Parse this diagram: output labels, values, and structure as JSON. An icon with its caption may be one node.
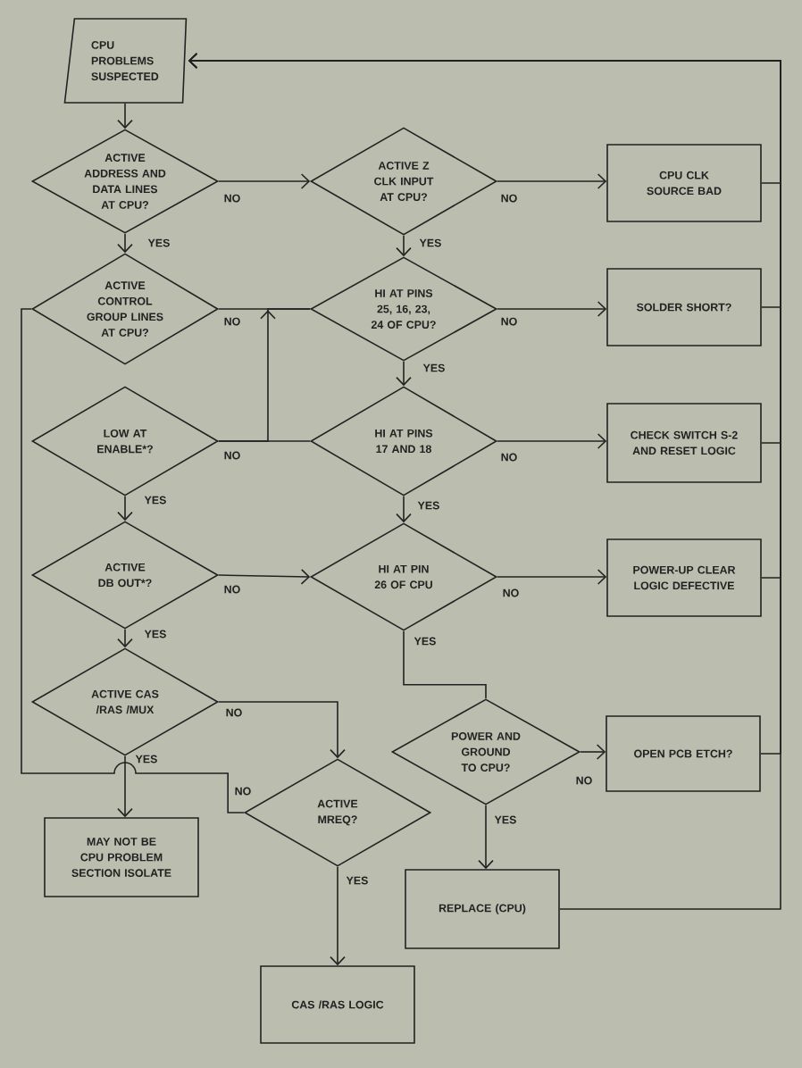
{
  "diagram": {
    "nodes": [
      {
        "text": [
          "CPU PROBLEMS SUSPECTED"
        ]
      },
      {
        "text": [
          "ACTIVE ADDRESS AND DATA LINES AT CPU?"
        ]
      },
      {
        "text": [
          "ACTIVE Z CLK INPUT AT CPU?"
        ]
      },
      {
        "text": [
          "CPU CLK SOURCE BAD"
        ]
      },
      {
        "text": [
          "ACTIVE CONTROL GROUP LINES AT CPU?"
        ]
      },
      {
        "text": [
          "HI AT PINS 25, 16, 23, 24 OF CPU?"
        ]
      },
      {
        "text": [
          "SOLDER SHORT?"
        ]
      },
      {
        "text": [
          "LOW AT ENABLE*?"
        ]
      },
      {
        "text": [
          "HI AT PINS 17 AND 18"
        ]
      },
      {
        "text": [
          "CHECK SWITCH S-2 AND RESET LOGIC"
        ]
      },
      {
        "text": [
          "ACTIVE DB OUT*?"
        ]
      },
      {
        "text": [
          "HI AT PIN 26 OF CPU"
        ]
      },
      {
        "text": [
          "POWER-UP CLEAR LOGIC DEFECTIVE"
        ]
      },
      {
        "text": [
          "ACTIVE CAS /RAS /MUX"
        ]
      },
      {
        "text": [
          "POWER AND GROUND TO CPU?"
        ]
      },
      {
        "text": [
          "OPEN PCB ETCH?"
        ]
      },
      {
        "text": [
          "ACTIVE MREQ?"
        ]
      },
      {
        "text": [
          "MAY NOT BE CPU PROBLEM SECTION ISOLATE"
        ]
      },
      {
        "text": [
          "REPLACE (CPU)"
        ]
      },
      {
        "text": [
          "CAS /RAS LOGIC"
        ]
      }
    ],
    "edges": [
      {
        "from": 0,
        "to": 1,
        "arrow": "to"
      },
      {
        "from": 1,
        "to": 2,
        "arrow": "to",
        "label": "NO"
      },
      {
        "from": 1,
        "to": 4,
        "arrow": "to",
        "label": "YES"
      },
      {
        "from": 2,
        "to": 3,
        "arrow": "to",
        "label": "NO"
      },
      {
        "from": 2,
        "to": 5,
        "arrow": "to",
        "label": "YES"
      },
      {
        "from": 4,
        "to": 5,
        "arrow": "none",
        "label": "NO"
      },
      {
        "from": 5,
        "to": 6,
        "arrow": "to",
        "label": "NO"
      },
      {
        "from": 5,
        "to": 8,
        "arrow": "to",
        "label": "YES"
      },
      {
        "from": 7,
        "to": 5,
        "arrow": "to",
        "label": "NO"
      },
      {
        "from": 7,
        "to": 8,
        "arrow": "none"
      },
      {
        "from": 7,
        "to": 10,
        "arrow": "to",
        "label": "YES"
      },
      {
        "from": 8,
        "to": 9,
        "arrow": "to",
        "label": "NO"
      },
      {
        "from": 8,
        "to": 11,
        "arrow": "to",
        "label": "YES"
      },
      {
        "from": 10,
        "to": 11,
        "arrow": "to",
        "label": "NO"
      },
      {
        "from": 10,
        "to": 13,
        "arrow": "to",
        "label": "YES"
      },
      {
        "from": 11,
        "to": 12,
        "arrow": "to",
        "label": "NO"
      },
      {
        "from": 11,
        "to": 14,
        "arrow": "none",
        "label": "YES"
      },
      {
        "from": 13,
        "to": 16,
        "arrow": "to",
        "label": "NO"
      },
      {
        "from": 13,
        "to": 17,
        "arrow": "to",
        "label": "YES"
      },
      {
        "from": 16,
        "to": 4,
        "arrow": "none",
        "label": "NO"
      },
      {
        "from": 16,
        "to": 19,
        "arrow": "to",
        "label": "YES"
      },
      {
        "from": 14,
        "to": 15,
        "arrow": "to",
        "label": "NO"
      },
      {
        "from": 14,
        "to": 18,
        "arrow": "to",
        "label": "YES"
      },
      {
        "from": 3,
        "to": 0,
        "arrow": "to"
      },
      {
        "from": 6,
        "to": 0,
        "arrow": "to"
      },
      {
        "from": 9,
        "to": 0,
        "arrow": "to"
      },
      {
        "from": 12,
        "to": 0,
        "arrow": "to"
      },
      {
        "from": 15,
        "to": 0,
        "arrow": "to"
      },
      {
        "from": 18,
        "to": 0,
        "arrow": "to"
      }
    ]
  }
}
